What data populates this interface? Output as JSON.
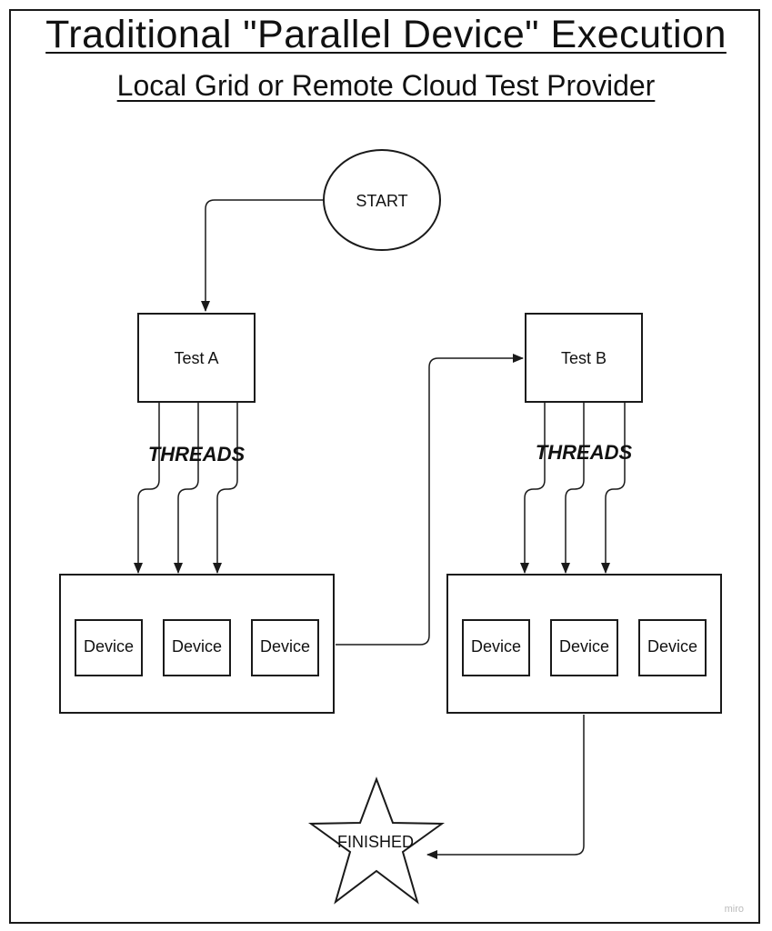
{
  "diagram": {
    "title": "Traditional \"Parallel Device\" Execution",
    "subtitle": "Local Grid or Remote Cloud Test Provider",
    "start_label": "START",
    "test_a_label": "Test A",
    "test_b_label": "Test B",
    "threads_label_a": "THREADS",
    "threads_label_b": "THREADS",
    "device_group_a": [
      "Device",
      "Device",
      "Device"
    ],
    "device_group_b": [
      "Device",
      "Device",
      "Device"
    ],
    "finished_label": "FINISHED",
    "watermark": "miro"
  },
  "colors": {
    "stroke": "#1a1a1a",
    "background": "#ffffff",
    "watermark": "#bbbbbb"
  }
}
